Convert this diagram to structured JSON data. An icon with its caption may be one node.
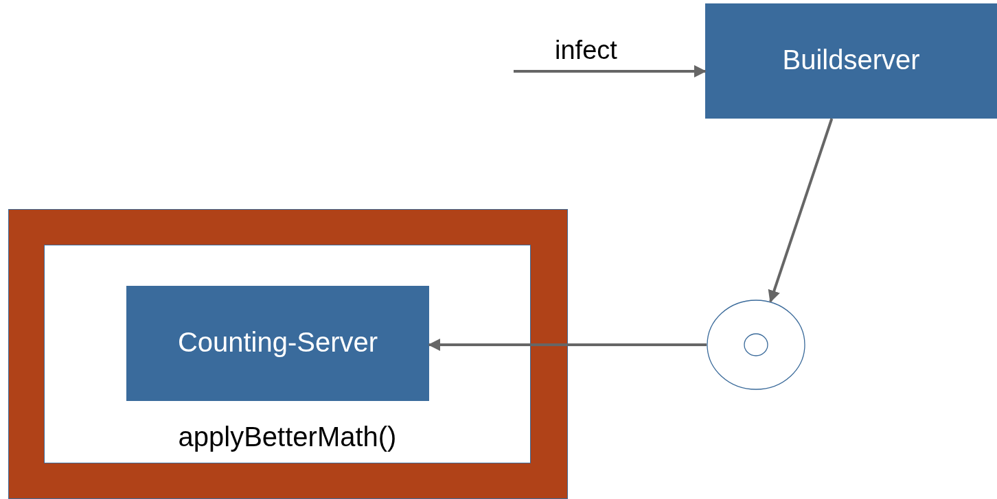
{
  "diagram": {
    "nodes": [
      {
        "text": [
          "Buildserver"
        ]
      },
      {
        "text": [],
        "shape": "box"
      },
      {
        "text": [
          "applyBetterMath()"
        ],
        "in": 1
      },
      {
        "text": [
          "Counting-Server"
        ],
        "in": 2
      },
      {
        "text": [],
        "shape": "circle"
      }
    ],
    "edges": [
      {
        "from": null,
        "to": 0,
        "arrow": "to",
        "label": "infect"
      },
      {
        "from": 0,
        "to": 4,
        "arrow": "to"
      },
      {
        "from": 4,
        "to": 3,
        "arrow": "to"
      }
    ]
  }
}
